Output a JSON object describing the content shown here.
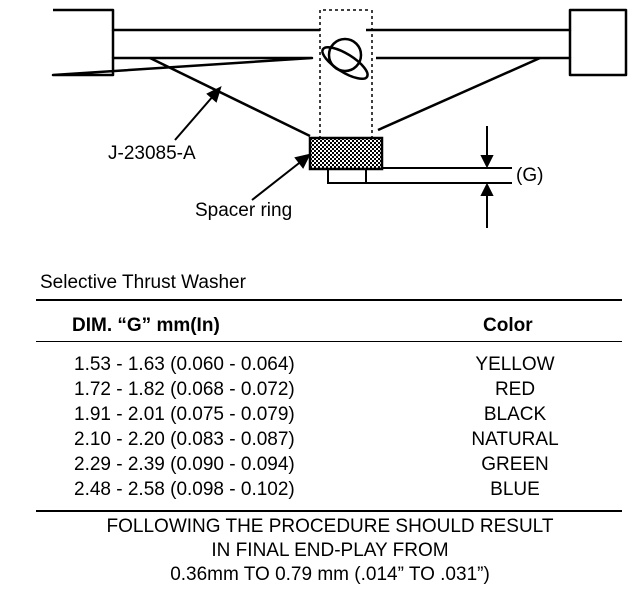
{
  "figure": {
    "tool_label": "J-23085-A",
    "spacer_label": "Spacer ring",
    "dimension_label": "(G)"
  },
  "table": {
    "caption": "Selective Thrust Washer",
    "headers": {
      "dim": "DIM. “G” mm(In)",
      "color": "Color"
    },
    "rows": [
      {
        "dim": "1.53 - 1.63 (0.060 - 0.064)",
        "color": "YELLOW"
      },
      {
        "dim": "1.72 - 1.82 (0.068 - 0.072)",
        "color": "RED"
      },
      {
        "dim": "1.91 - 2.01 (0.075 - 0.079)",
        "color": "BLACK"
      },
      {
        "dim": "2.10 - 2.20 (0.083 - 0.087)",
        "color": "NATURAL"
      },
      {
        "dim": "2.29 - 2.39 (0.090 - 0.094)",
        "color": "GREEN"
      },
      {
        "dim": "2.48 - 2.58 (0.098 - 0.102)",
        "color": "BLUE"
      }
    ]
  },
  "note": {
    "lines": [
      "FOLLOWING THE PROCEDURE SHOULD RESULT",
      "IN FINAL END-PLAY FROM",
      "0.36mm TO 0.79 mm (.014” TO .031”)"
    ]
  }
}
